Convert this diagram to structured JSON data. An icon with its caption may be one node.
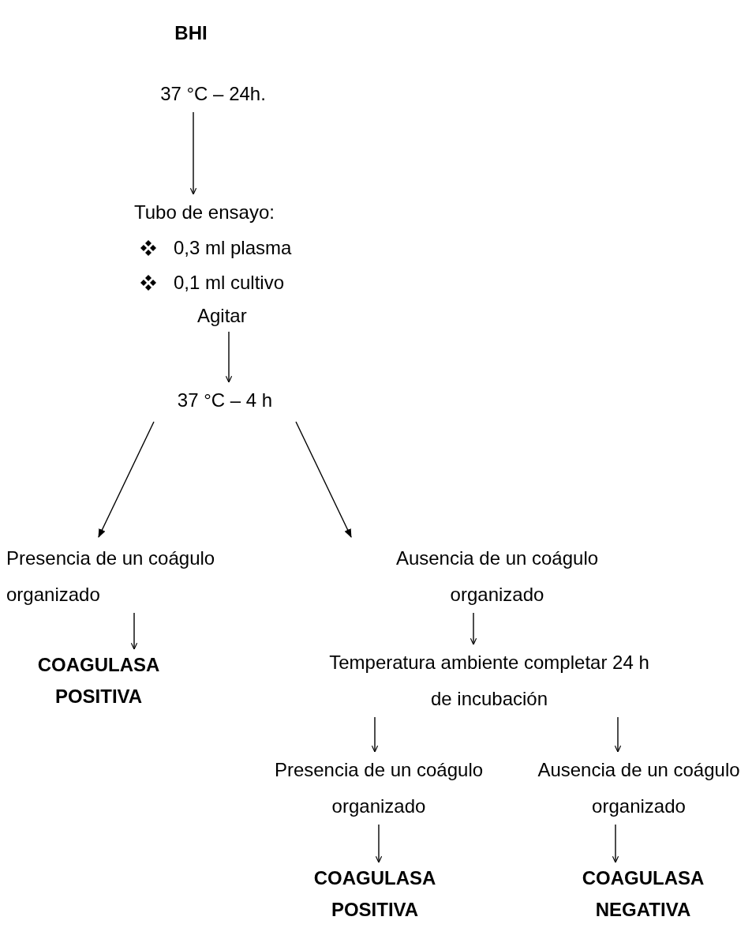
{
  "diagram": {
    "nodes": [
      {
        "text": [
          "BHI"
        ]
      },
      {
        "text": [
          "37 °C – 24h."
        ]
      },
      {
        "text": [
          "Tubo de ensayo:",
          "0,3 ml plasma",
          "0,1 ml cultivo",
          "Agitar"
        ]
      },
      {
        "text": [
          "37 °C – 4 h"
        ]
      },
      {
        "text": [
          "Presencia de un coágulo organizado"
        ]
      },
      {
        "text": [
          "Ausencia de un coágulo organizado"
        ]
      },
      {
        "text": [
          "COAGULASA POSITIVA"
        ]
      },
      {
        "text": [
          "Temperatura ambiente completar 24 h de incubación"
        ]
      },
      {
        "text": [
          "Presencia de un coágulo organizado"
        ]
      },
      {
        "text": [
          "Ausencia de un coágulo organizado"
        ]
      },
      {
        "text": [
          "COAGULASA POSITIVA"
        ]
      },
      {
        "text": [
          "COAGULASA NEGATIVA"
        ]
      }
    ],
    "edges": [
      {
        "from": 1,
        "to": 2,
        "arrow": "to"
      },
      {
        "from": 2,
        "to": 3,
        "arrow": "to"
      },
      {
        "from": 3,
        "to": 4,
        "arrow": "to"
      },
      {
        "from": 3,
        "to": 5,
        "arrow": "to"
      },
      {
        "from": 4,
        "to": 6,
        "arrow": "to"
      },
      {
        "from": 5,
        "to": 7,
        "arrow": "to"
      },
      {
        "from": 7,
        "to": 8,
        "arrow": "to"
      },
      {
        "from": 7,
        "to": 9,
        "arrow": "to"
      },
      {
        "from": 8,
        "to": 10,
        "arrow": "to"
      },
      {
        "from": 9,
        "to": 11,
        "arrow": "to"
      }
    ]
  }
}
